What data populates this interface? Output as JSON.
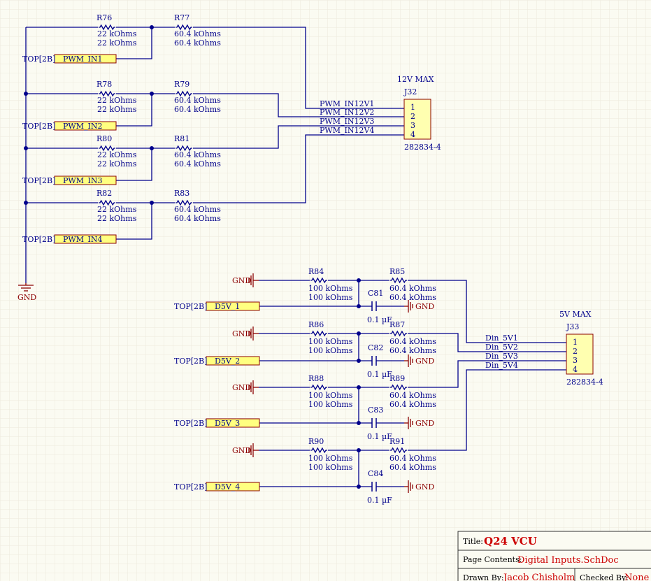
{
  "colors": {
    "wire": "#00008b",
    "text": "#00008b",
    "power": "#8b0000",
    "port_fill": "#ffff80",
    "port_stroke": "#8b0000",
    "connector_fill": "#ffffb0",
    "title_red": "#cc0000",
    "background": "#fbfbf2",
    "grid": "#ece9dc"
  },
  "ground_main": {
    "label": "GND"
  },
  "pwm_section": {
    "channels": [
      {
        "r_pull": {
          "ref": "R76",
          "v1": "22 kOhms",
          "v2": "22 kOhms"
        },
        "r_series": {
          "ref": "R77",
          "v1": "60.4 kOhms",
          "v2": "60.4 kOhms"
        },
        "port": {
          "sheet": "TOP[2B]",
          "name": "PWM_IN1"
        }
      },
      {
        "r_pull": {
          "ref": "R78",
          "v1": "22 kOhms",
          "v2": "22 kOhms"
        },
        "r_series": {
          "ref": "R79",
          "v1": "60.4 kOhms",
          "v2": "60.4 kOhms"
        },
        "port": {
          "sheet": "TOP[2B]",
          "name": "PWM_IN2"
        }
      },
      {
        "r_pull": {
          "ref": "R80",
          "v1": "22 kOhms",
          "v2": "22 kOhms"
        },
        "r_series": {
          "ref": "R81",
          "v1": "60.4 kOhms",
          "v2": "60.4 kOhms"
        },
        "port": {
          "sheet": "TOP[2B]",
          "name": "PWM_IN3"
        }
      },
      {
        "r_pull": {
          "ref": "R82",
          "v1": "22 kOhms",
          "v2": "22 kOhms"
        },
        "r_series": {
          "ref": "R83",
          "v1": "60.4 kOhms",
          "v2": "60.4 kOhms"
        },
        "port": {
          "sheet": "TOP[2B]",
          "name": "PWM_IN4"
        }
      }
    ],
    "connector": {
      "header": "12V MAX",
      "ref": "J32",
      "part": "282834-4",
      "pins": [
        "1",
        "2",
        "3",
        "4"
      ],
      "nets": [
        "PWM_IN12V1",
        "PWM_IN12V2",
        "PWM_IN12V3",
        "PWM_IN12V4"
      ]
    }
  },
  "din_section": {
    "channels": [
      {
        "gnd_label": "GND",
        "r_pull": {
          "ref": "R84",
          "v1": "100 kOhms",
          "v2": "100 kOhms"
        },
        "r_series": {
          "ref": "R85",
          "v1": "60.4 kOhms",
          "v2": "60.4 kOhms"
        },
        "cap": {
          "ref": "C81",
          "value": "0.1 µF"
        },
        "cap_gnd_label": "GND",
        "port": {
          "sheet": "TOP[2B]",
          "name": "D5V_1"
        }
      },
      {
        "gnd_label": "GND",
        "r_pull": {
          "ref": "R86",
          "v1": "100 kOhms",
          "v2": "100 kOhms"
        },
        "r_series": {
          "ref": "R87",
          "v1": "60.4 kOhms",
          "v2": "60.4 kOhms"
        },
        "cap": {
          "ref": "C82",
          "value": "0.1 µF"
        },
        "cap_gnd_label": "GND",
        "port": {
          "sheet": "TOP[2B]",
          "name": "D5V_2"
        }
      },
      {
        "gnd_label": "GND",
        "r_pull": {
          "ref": "R88",
          "v1": "100 kOhms",
          "v2": "100 kOhms"
        },
        "r_series": {
          "ref": "R89",
          "v1": "60.4 kOhms",
          "v2": "60.4 kOhms"
        },
        "cap": {
          "ref": "C83",
          "value": "0.1 µF"
        },
        "cap_gnd_label": "GND",
        "port": {
          "sheet": "TOP[2B]",
          "name": "D5V_3"
        }
      },
      {
        "gnd_label": "GND",
        "r_pull": {
          "ref": "R90",
          "v1": "100 kOhms",
          "v2": "100 kOhms"
        },
        "r_series": {
          "ref": "R91",
          "v1": "60.4 kOhms",
          "v2": "60.4 kOhms"
        },
        "cap": {
          "ref": "C84",
          "value": "0.1 µF"
        },
        "cap_gnd_label": "GND",
        "port": {
          "sheet": "TOP[2B]",
          "name": "D5V_4"
        }
      }
    ],
    "connector": {
      "header": "5V MAX",
      "ref": "J33",
      "part": "282834-4",
      "pins": [
        "1",
        "2",
        "3",
        "4"
      ],
      "nets": [
        "Din_5V1",
        "Din_5V2",
        "Din_5V3",
        "Din_5V4"
      ]
    }
  },
  "title_block": {
    "title_label": "Title:",
    "title": "Q24 VCU",
    "contents_label": "Page Contents:",
    "contents": "Digital Inputs.SchDoc",
    "drawn_label": "Drawn By:",
    "drawn": "Jacob Chisholm",
    "checked_label": "Checked By:",
    "checked": "None"
  }
}
